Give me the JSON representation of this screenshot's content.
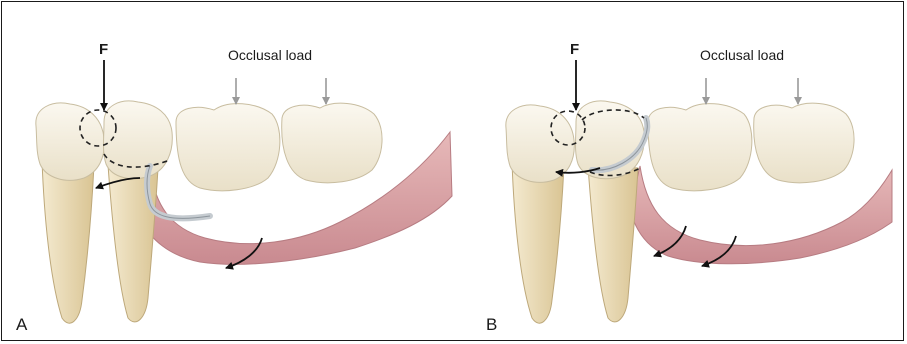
{
  "panels": [
    {
      "label": "A",
      "force_label": "F",
      "load_label": "Occlusal load"
    },
    {
      "label": "B",
      "force_label": "F",
      "load_label": "Occlusal load"
    }
  ],
  "colors": {
    "tooth_crown": "#f3ecdc",
    "tooth_root": "#eadcb4",
    "gingiva": "#d9a4a7",
    "clasp_metal": "#c5cbd0",
    "force_arrow": "#111111",
    "load_arrow": "#9a9a9a"
  }
}
